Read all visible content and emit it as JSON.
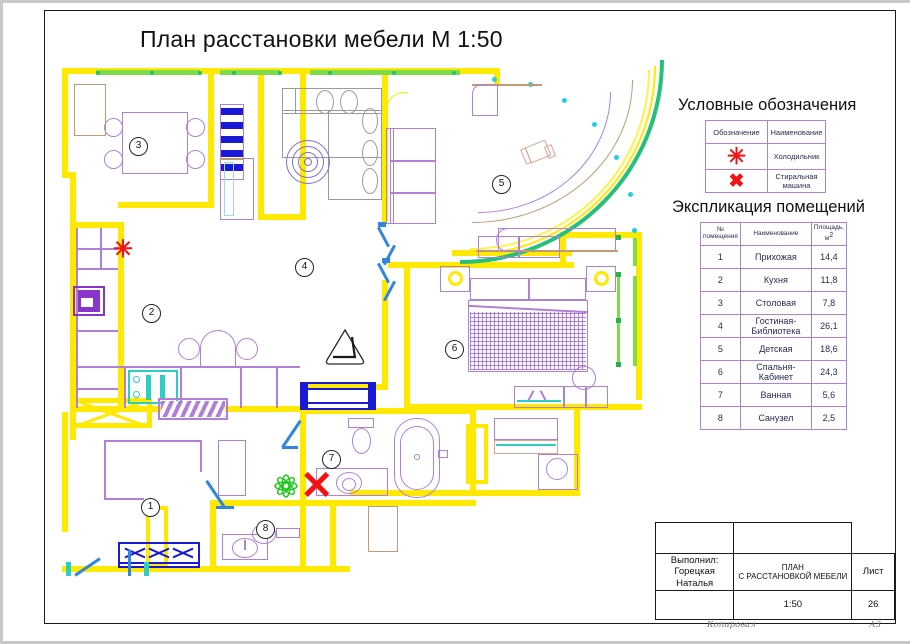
{
  "sheet": {
    "plan_title": "План расстановки мебели  М 1:50",
    "legend_heading": "Условные обозначения",
    "schedule_heading": "Экспликация помещений"
  },
  "legend": {
    "headers": [
      "Обозначение",
      "Наименование"
    ],
    "rows": [
      {
        "symbol": "✳",
        "name": "Холодильник"
      },
      {
        "symbol": "✖",
        "name": "Стиральная машина"
      }
    ]
  },
  "schedule": {
    "headers": [
      "№ помещения",
      "Наименование",
      "Площадь, м²"
    ],
    "rows": [
      {
        "no": "1",
        "name": "Прихожая",
        "area": "14,4"
      },
      {
        "no": "2",
        "name": "Кухня",
        "area": "11,8"
      },
      {
        "no": "3",
        "name": "Столовая",
        "area": "7,8"
      },
      {
        "no": "4",
        "name": "Гостиная-Библиотека",
        "area": "26,1"
      },
      {
        "no": "5",
        "name": "Детская",
        "area": "18,6"
      },
      {
        "no": "6",
        "name": "Спальня-Кабинет",
        "area": "24,3"
      },
      {
        "no": "7",
        "name": "Ванная",
        "area": "5,6"
      },
      {
        "no": "8",
        "name": "Санузел",
        "area": "2,5"
      }
    ]
  },
  "title_block": {
    "author_label": "Выполнил:",
    "author_name_line1": "Горецкая",
    "author_name_line2": "Наталья",
    "drawing_name_line1": "ПЛАН",
    "drawing_name_line2": "С РАССТАНОВКОЙ МЕБЕЛИ",
    "sheet_label": "Лист",
    "sheet_number": "26",
    "scale": "1:50"
  },
  "stamp": {
    "copied_label": "Копировал",
    "format": "А3"
  },
  "plan": {
    "room_numbers": [
      "1",
      "2",
      "3",
      "4",
      "5",
      "6",
      "7",
      "8"
    ],
    "colors": {
      "wall": "#ffe900",
      "furniture": "#b07fd8",
      "window": "#7ddc4a",
      "arc": "#25c07a",
      "symbol": "#f21212",
      "door": "#2f86e0"
    }
  }
}
